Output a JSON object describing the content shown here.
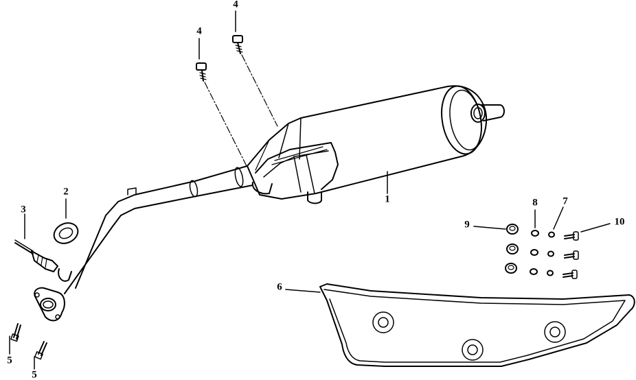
{
  "diagram": {
    "type": "exploded-parts-view",
    "line_color": "#000000",
    "background": "#ffffff",
    "callouts": [
      {
        "id": "c1",
        "text": "1"
      },
      {
        "id": "c2",
        "text": "2"
      },
      {
        "id": "c3",
        "text": "3"
      },
      {
        "id": "c4a",
        "text": "4"
      },
      {
        "id": "c4b",
        "text": "4"
      },
      {
        "id": "c5a",
        "text": "5"
      },
      {
        "id": "c5b",
        "text": "5"
      },
      {
        "id": "c6",
        "text": "6"
      },
      {
        "id": "c7",
        "text": "7"
      },
      {
        "id": "c8",
        "text": "8"
      },
      {
        "id": "c9",
        "text": "9"
      },
      {
        "id": "c10",
        "text": "10"
      }
    ]
  }
}
